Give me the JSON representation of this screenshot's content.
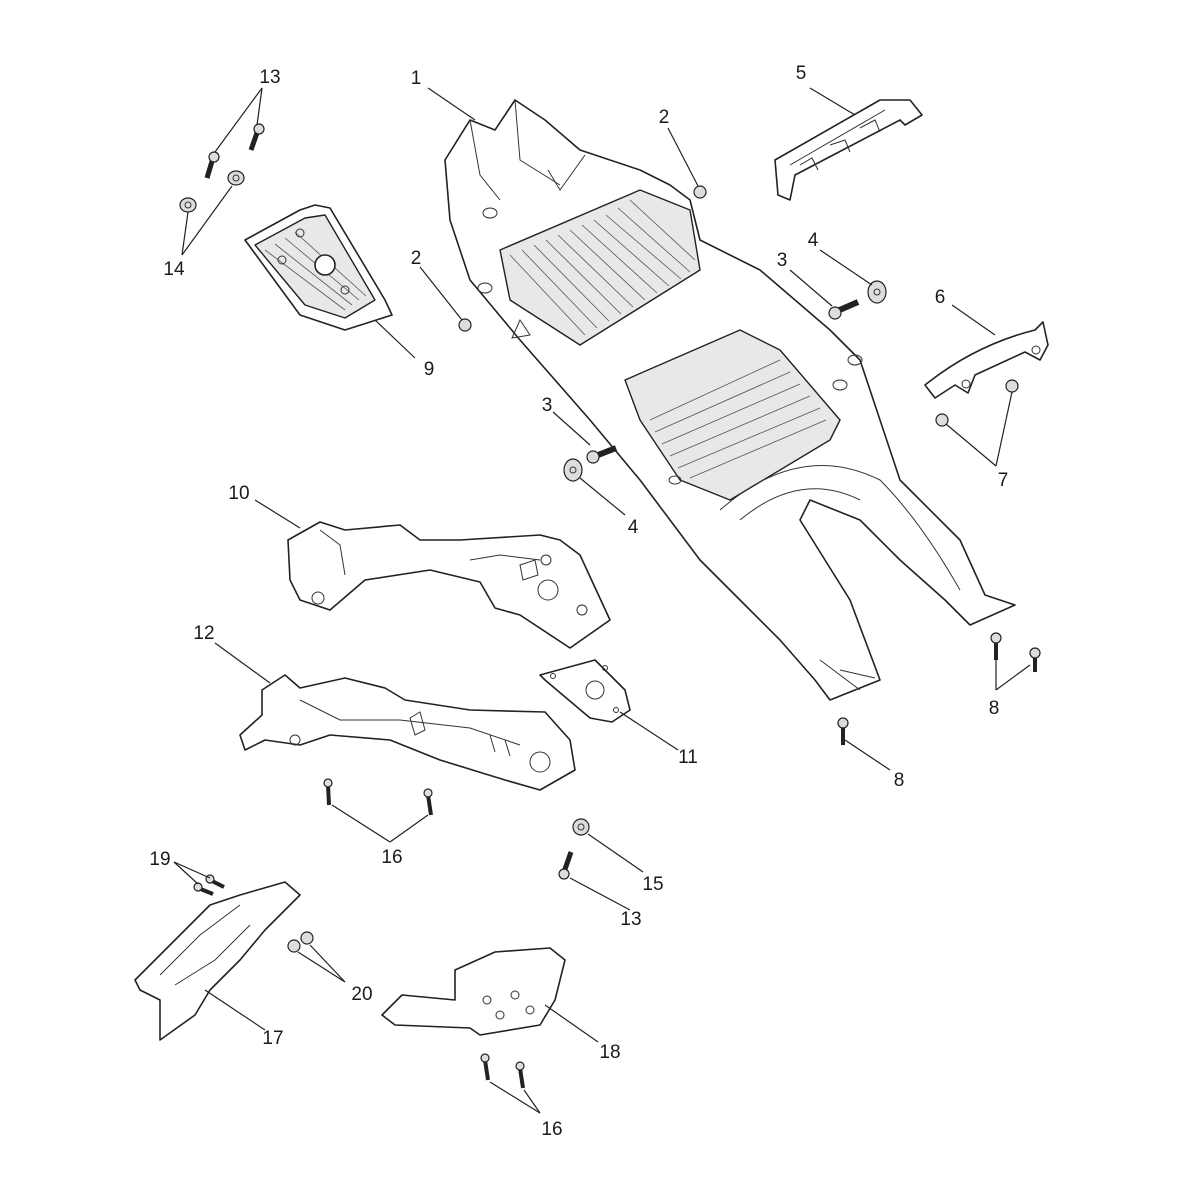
{
  "callouts": [
    {
      "id": "c1",
      "number": "1"
    },
    {
      "id": "c2a",
      "number": "2"
    },
    {
      "id": "c2b",
      "number": "2"
    },
    {
      "id": "c3a",
      "number": "3"
    },
    {
      "id": "c3b",
      "number": "3"
    },
    {
      "id": "c4a",
      "number": "4"
    },
    {
      "id": "c4b",
      "number": "4"
    },
    {
      "id": "c5",
      "number": "5"
    },
    {
      "id": "c6",
      "number": "6"
    },
    {
      "id": "c7",
      "number": "7"
    },
    {
      "id": "c8a",
      "number": "8"
    },
    {
      "id": "c8b",
      "number": "8"
    },
    {
      "id": "c9",
      "number": "9"
    },
    {
      "id": "c10",
      "number": "10"
    },
    {
      "id": "c11",
      "number": "11"
    },
    {
      "id": "c12",
      "number": "12"
    },
    {
      "id": "c13a",
      "number": "13"
    },
    {
      "id": "c13b",
      "number": "13"
    },
    {
      "id": "c14",
      "number": "14"
    },
    {
      "id": "c15",
      "number": "15"
    },
    {
      "id": "c16a",
      "number": "16"
    },
    {
      "id": "c16b",
      "number": "16"
    },
    {
      "id": "c17",
      "number": "17"
    },
    {
      "id": "c18",
      "number": "18"
    },
    {
      "id": "c19",
      "number": "19"
    },
    {
      "id": "c20",
      "number": "20"
    }
  ]
}
